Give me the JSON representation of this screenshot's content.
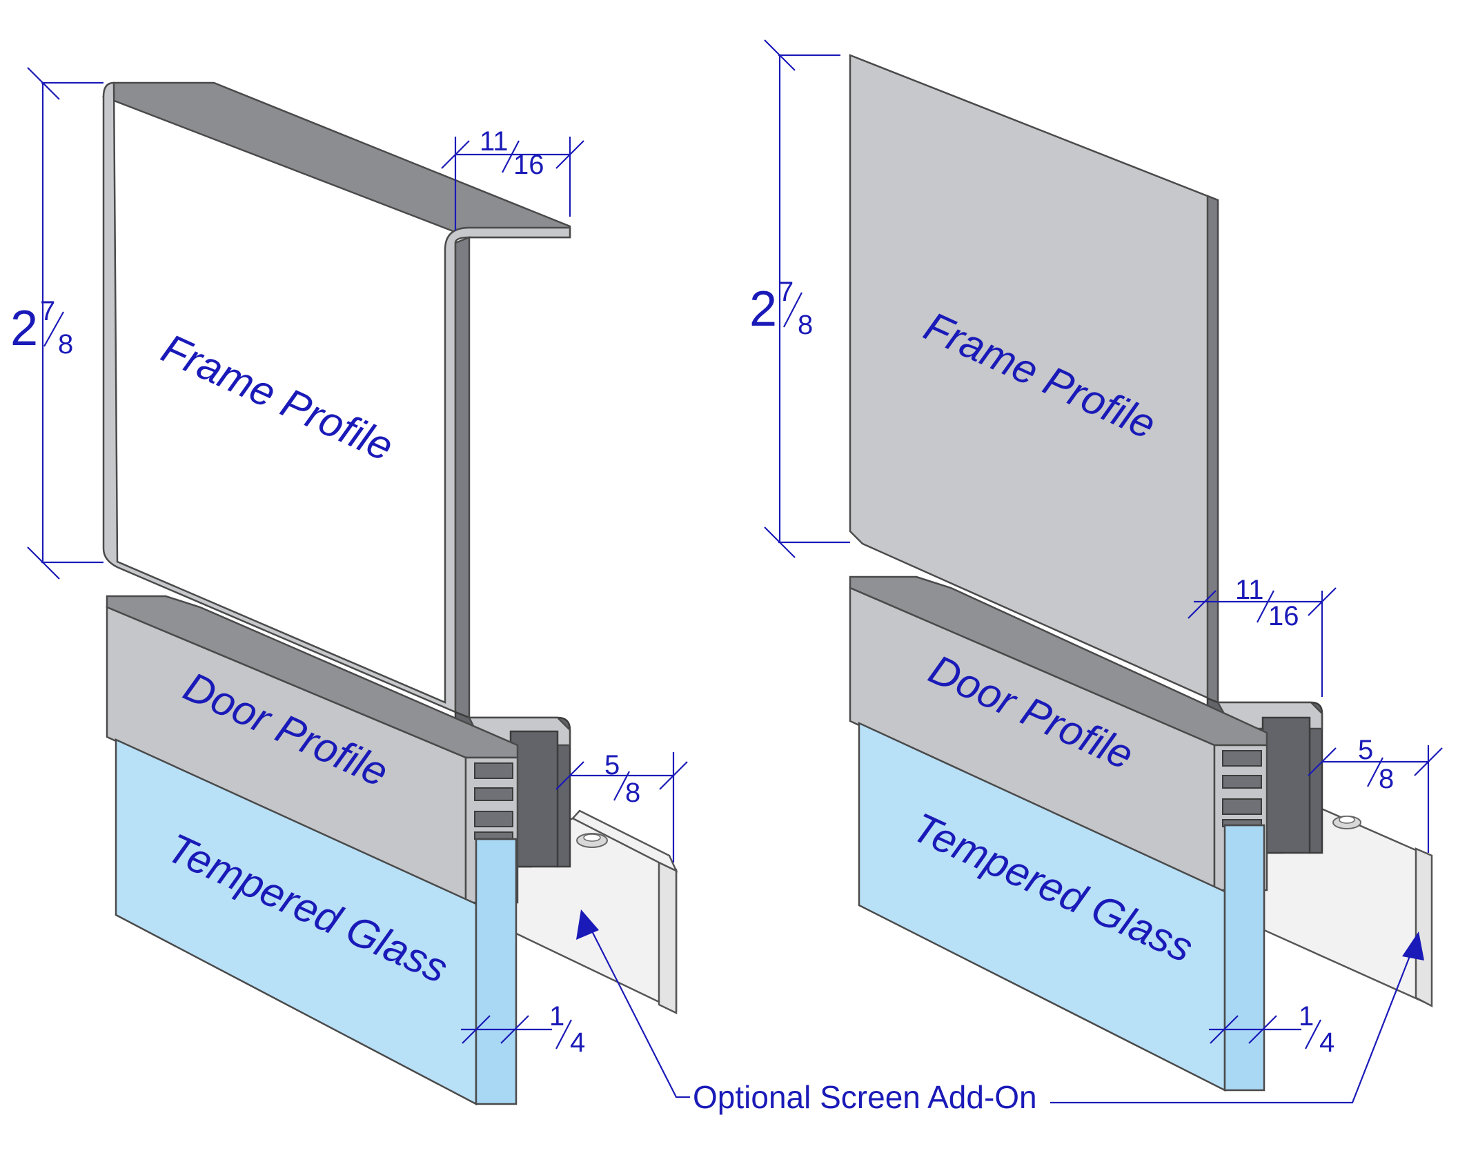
{
  "left": {
    "frame_label": "Frame Profile",
    "door_label": "Door Profile",
    "glass_label": "Tempered Glass",
    "height_dim": {
      "whole": "2",
      "num": "7",
      "den": "8"
    },
    "lip_dim": {
      "num": "11",
      "den": "16"
    },
    "channel_dim": {
      "num": "5",
      "den": "8"
    },
    "glass_dim": {
      "num": "1",
      "den": "4"
    }
  },
  "right": {
    "frame_label": "Frame Profile",
    "door_label": "Door Profile",
    "glass_label": "Tempered Glass",
    "height_dim": {
      "whole": "2",
      "num": "7",
      "den": "8"
    },
    "lip_dim": {
      "num": "11",
      "den": "16"
    },
    "channel_dim": {
      "num": "5",
      "den": "8"
    },
    "glass_dim": {
      "num": "1",
      "den": "4"
    }
  },
  "callout": "Optional Screen Add-On",
  "colors": {
    "annotation": "#1a1ab8",
    "aluminum": "#c6c8cb",
    "glass": "#b8e0f7"
  }
}
